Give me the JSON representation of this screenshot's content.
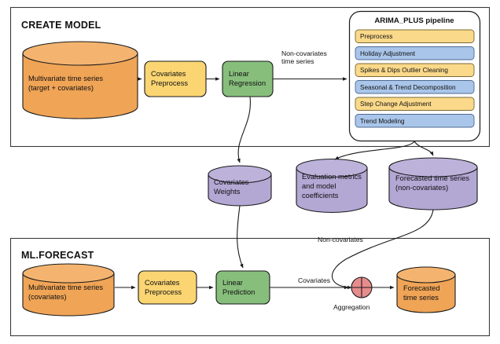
{
  "diagram": {
    "title_create_model": "CREATE MODEL",
    "title_ml_forecast": "ML.FORECAST",
    "colors": {
      "orange": "#F0A456",
      "orange_top": "#F4B470",
      "yellow": "#FBD572",
      "green": "#87BE7C",
      "purple": "#B3A7D4",
      "purple_top": "#BCB2DA",
      "blue_step": "#A9C5E9",
      "yellow_step": "#FBD98A",
      "red_node": "#E78C8C",
      "stroke": "#1a1a1a"
    }
  },
  "create_model": {
    "source_cylinder": {
      "line1": "Multivariate time series",
      "line2": "(target + covariates)"
    },
    "preprocess_box": {
      "line1": "Covariates",
      "line2": "Preprocess"
    },
    "regression_box": {
      "line1": "Linear",
      "line2": "Regression"
    },
    "edge_noncovariates": {
      "line1": "Non-covariates",
      "line2": "time series"
    },
    "pipeline": {
      "title": "ARIMA_PLUS pipeline",
      "steps": [
        {
          "label": "Preprocess",
          "tone": "yellow"
        },
        {
          "label": "Holiday Adjustment",
          "tone": "blue"
        },
        {
          "label": "Spikes & Dips Outlier Cleaning",
          "tone": "yellow"
        },
        {
          "label": "Seasonal & Trend Decomposition",
          "tone": "blue"
        },
        {
          "label": "Step Change Adjustment",
          "tone": "yellow"
        },
        {
          "label": "Trend Modeling",
          "tone": "blue"
        }
      ]
    }
  },
  "middle_stores": [
    {
      "name": "covariates-weights",
      "line1": "Covariates",
      "line2": "Weights",
      "line3": ""
    },
    {
      "name": "evaluation-metrics",
      "line1": "Evaluation metrics",
      "line2": "and model",
      "line3": "coefficients"
    },
    {
      "name": "forecasted-noncovariates",
      "line1": "Forecasted time series",
      "line2": "(non-covariates)",
      "line3": ""
    }
  ],
  "ml_forecast": {
    "source_cylinder": {
      "line1": "Multivariate time series",
      "line2": "(covariates)"
    },
    "preprocess_box": {
      "line1": "Covariates",
      "line2": "Preprocess"
    },
    "prediction_box": {
      "line1": "Linear",
      "line2": "Prediction"
    },
    "edge_covariates": "Covariates",
    "edge_noncovariates": "Non-covariates",
    "aggregation_label": "Aggregation",
    "output_cylinder": {
      "line1": "Forecasted",
      "line2": "time series"
    }
  }
}
